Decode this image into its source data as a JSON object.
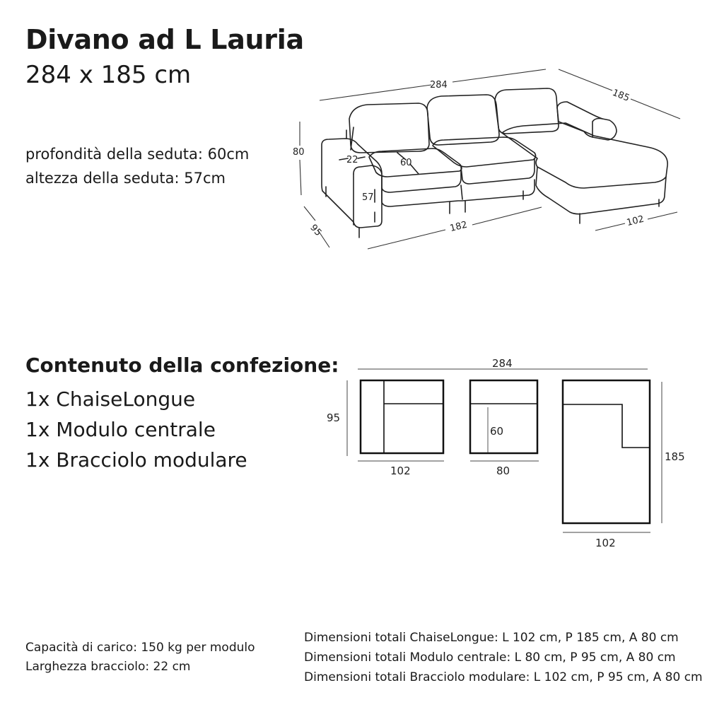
{
  "title": "Divano ad L Lauria",
  "subtitle": "284 x 185 cm",
  "specs": {
    "seat_depth": "profondità della seduta: 60cm",
    "seat_height": "altezza della seduta: 57cm"
  },
  "perspective_dims": {
    "total_width": "284",
    "chaise_length": "185",
    "height": "80",
    "depth": "95",
    "armrest": "22",
    "seat_depth": "60",
    "seat_height": "57",
    "front_width": "182",
    "chaise_width": "102"
  },
  "package": {
    "heading": "Contenuto della confezione:",
    "items": [
      "1x ChaiseLongue",
      "1x Modulo centrale",
      "1x Bracciolo modulare"
    ]
  },
  "plan_dims": {
    "total_width": "284",
    "module_depth": "95",
    "armrest_module_width": "102",
    "central_seat_depth": "60",
    "central_module_width": "80",
    "chaise_depth": "185",
    "chaise_width": "102"
  },
  "footer": {
    "load_capacity": "Capacità di carico: 150 kg per modulo",
    "armrest_width": "Larghezza bracciolo: 22 cm",
    "dims_chaise": "Dimensioni totali ChaiseLongue: L 102 cm, P 185 cm, A 80 cm",
    "dims_central": "Dimensioni totali Modulo centrale: L 80 cm, P 95 cm, A 80 cm",
    "dims_armrest": "Dimensioni totali Bracciolo modulare: L 102 cm, P 95 cm, A 80 cm"
  }
}
